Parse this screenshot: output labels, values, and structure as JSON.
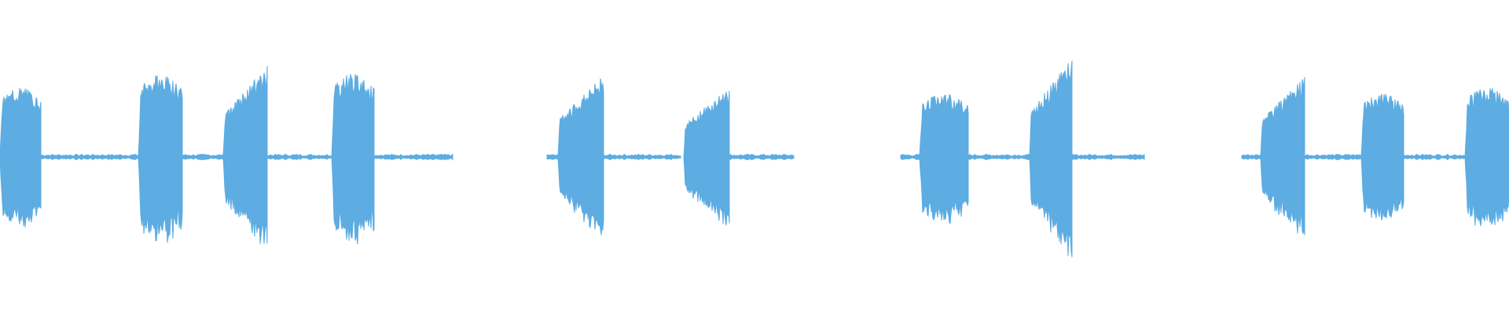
{
  "waveform": {
    "color": "#5DACE2",
    "bursts": [
      {
        "id": 1,
        "peak": 0.44,
        "shape": "flat"
      },
      {
        "id": 2,
        "peak": 0.52,
        "shape": "flat"
      },
      {
        "id": 3,
        "peak": 0.58,
        "shape": "rising"
      },
      {
        "id": 4,
        "peak": 0.53,
        "shape": "flat"
      },
      {
        "id": 5,
        "peak": 0.52,
        "shape": "rising"
      },
      {
        "id": 6,
        "peak": 0.45,
        "shape": "rising"
      },
      {
        "id": 7,
        "peak": 0.4,
        "shape": "flat"
      },
      {
        "id": 8,
        "peak": 0.63,
        "shape": "rising"
      },
      {
        "id": 9,
        "peak": 0.51,
        "shape": "rising"
      },
      {
        "id": 10,
        "peak": 0.4,
        "shape": "flat"
      },
      {
        "id": 11,
        "peak": 0.44,
        "shape": "flat"
      }
    ]
  }
}
